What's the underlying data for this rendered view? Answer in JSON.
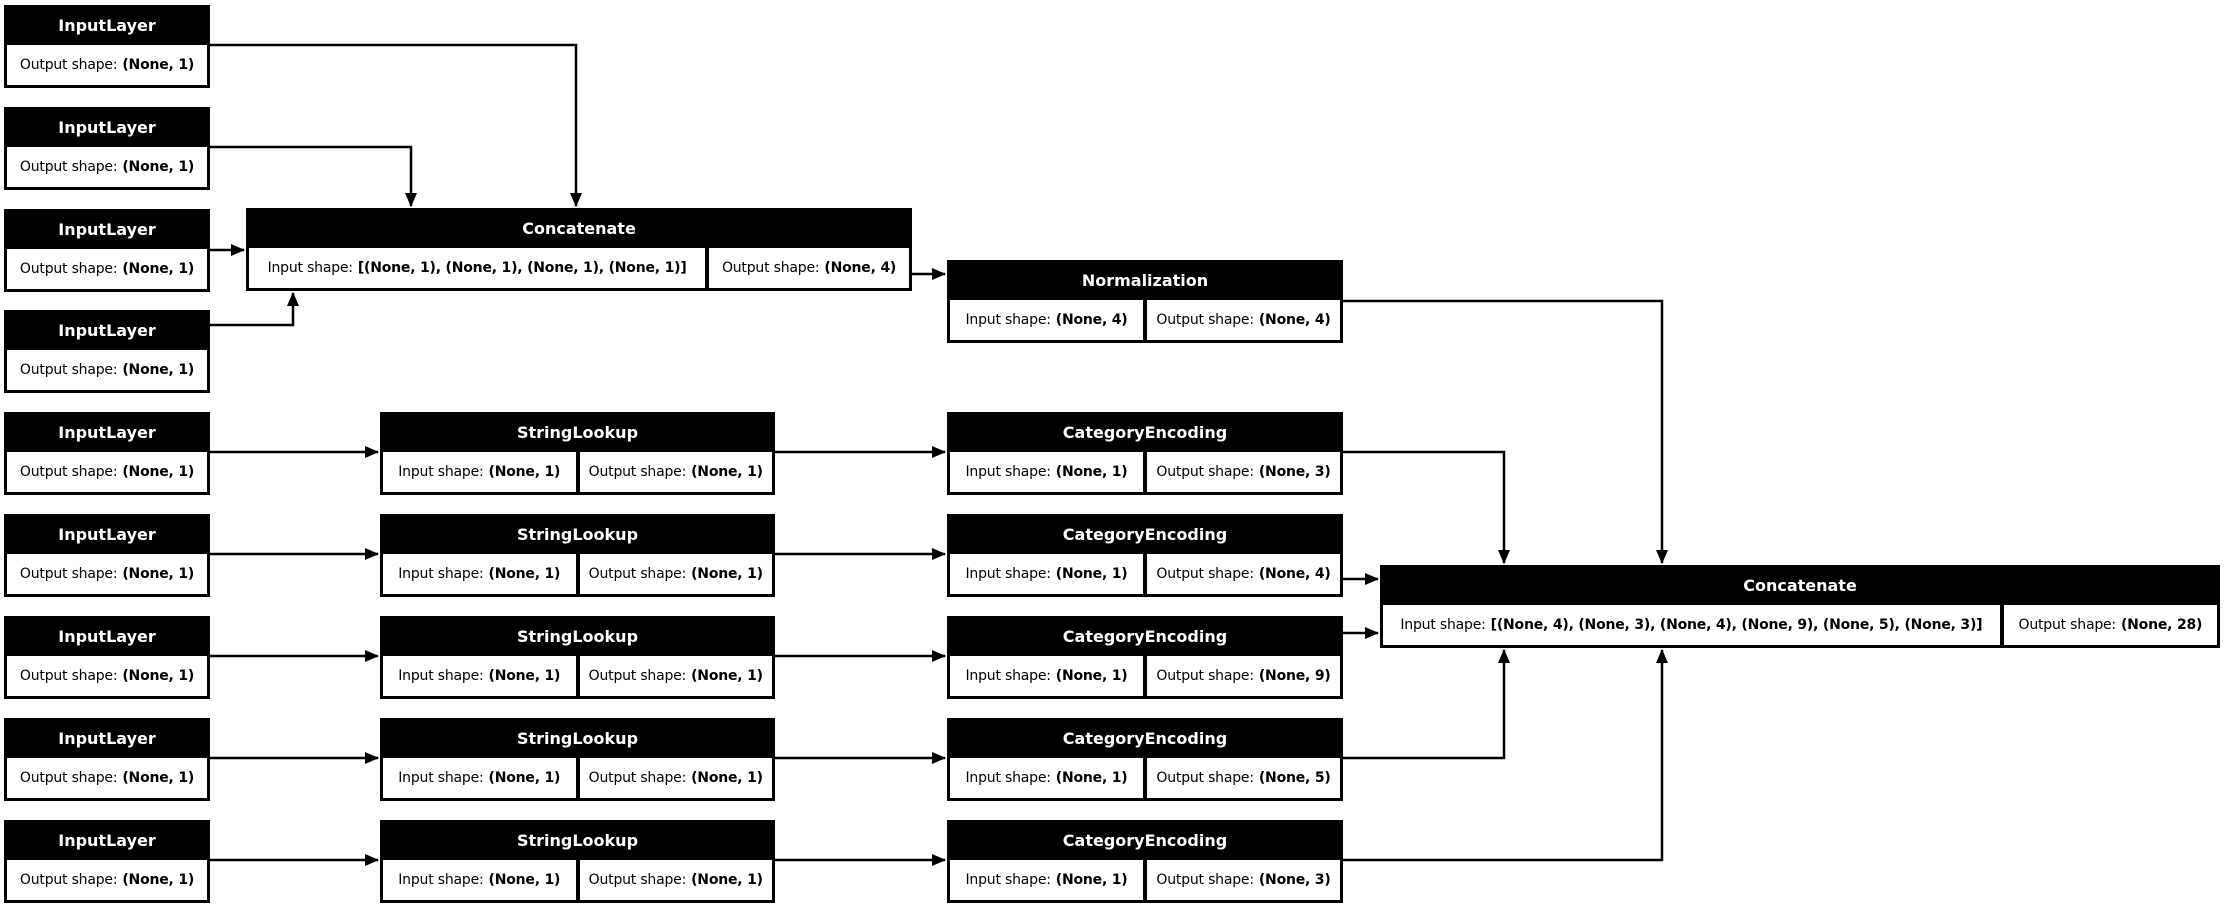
{
  "diagram_title": "Keras model architecture plot",
  "colors": {
    "node_background": "#000000",
    "cell_background": "#ffffff",
    "title_text": "#ffffff",
    "body_text": "#000000",
    "edge": "#000000",
    "canvas_background": "#ffffff"
  },
  "nodes": {
    "input_1": {
      "title": "InputLayer",
      "cells": [
        {
          "label": "Output shape:",
          "value": "(None, 1)"
        }
      ]
    },
    "input_2": {
      "title": "InputLayer",
      "cells": [
        {
          "label": "Output shape:",
          "value": "(None, 1)"
        }
      ]
    },
    "input_3": {
      "title": "InputLayer",
      "cells": [
        {
          "label": "Output shape:",
          "value": "(None, 1)"
        }
      ]
    },
    "input_4": {
      "title": "InputLayer",
      "cells": [
        {
          "label": "Output shape:",
          "value": "(None, 1)"
        }
      ]
    },
    "input_5": {
      "title": "InputLayer",
      "cells": [
        {
          "label": "Output shape:",
          "value": "(None, 1)"
        }
      ]
    },
    "input_6": {
      "title": "InputLayer",
      "cells": [
        {
          "label": "Output shape:",
          "value": "(None, 1)"
        }
      ]
    },
    "input_7": {
      "title": "InputLayer",
      "cells": [
        {
          "label": "Output shape:",
          "value": "(None, 1)"
        }
      ]
    },
    "input_8": {
      "title": "InputLayer",
      "cells": [
        {
          "label": "Output shape:",
          "value": "(None, 1)"
        }
      ]
    },
    "input_9": {
      "title": "InputLayer",
      "cells": [
        {
          "label": "Output shape:",
          "value": "(None, 1)"
        }
      ]
    },
    "concat_1": {
      "title": "Concatenate",
      "cells": [
        {
          "label": "Input shape:",
          "value": "[(None, 1), (None, 1), (None, 1), (None, 1)]"
        },
        {
          "label": "Output shape:",
          "value": "(None, 4)"
        }
      ]
    },
    "normalization": {
      "title": "Normalization",
      "cells": [
        {
          "label": "Input shape:",
          "value": "(None, 4)"
        },
        {
          "label": "Output shape:",
          "value": "(None, 4)"
        }
      ]
    },
    "lookup_1": {
      "title": "StringLookup",
      "cells": [
        {
          "label": "Input shape:",
          "value": "(None, 1)"
        },
        {
          "label": "Output shape:",
          "value": "(None, 1)"
        }
      ]
    },
    "lookup_2": {
      "title": "StringLookup",
      "cells": [
        {
          "label": "Input shape:",
          "value": "(None, 1)"
        },
        {
          "label": "Output shape:",
          "value": "(None, 1)"
        }
      ]
    },
    "lookup_3": {
      "title": "StringLookup",
      "cells": [
        {
          "label": "Input shape:",
          "value": "(None, 1)"
        },
        {
          "label": "Output shape:",
          "value": "(None, 1)"
        }
      ]
    },
    "lookup_4": {
      "title": "StringLookup",
      "cells": [
        {
          "label": "Input shape:",
          "value": "(None, 1)"
        },
        {
          "label": "Output shape:",
          "value": "(None, 1)"
        }
      ]
    },
    "lookup_5": {
      "title": "StringLookup",
      "cells": [
        {
          "label": "Input shape:",
          "value": "(None, 1)"
        },
        {
          "label": "Output shape:",
          "value": "(None, 1)"
        }
      ]
    },
    "encoding_1": {
      "title": "CategoryEncoding",
      "cells": [
        {
          "label": "Input shape:",
          "value": "(None, 1)"
        },
        {
          "label": "Output shape:",
          "value": "(None, 3)"
        }
      ]
    },
    "encoding_2": {
      "title": "CategoryEncoding",
      "cells": [
        {
          "label": "Input shape:",
          "value": "(None, 1)"
        },
        {
          "label": "Output shape:",
          "value": "(None, 4)"
        }
      ]
    },
    "encoding_3": {
      "title": "CategoryEncoding",
      "cells": [
        {
          "label": "Input shape:",
          "value": "(None, 1)"
        },
        {
          "label": "Output shape:",
          "value": "(None, 9)"
        }
      ]
    },
    "encoding_4": {
      "title": "CategoryEncoding",
      "cells": [
        {
          "label": "Input shape:",
          "value": "(None, 1)"
        },
        {
          "label": "Output shape:",
          "value": "(None, 5)"
        }
      ]
    },
    "encoding_5": {
      "title": "CategoryEncoding",
      "cells": [
        {
          "label": "Input shape:",
          "value": "(None, 1)"
        },
        {
          "label": "Output shape:",
          "value": "(None, 3)"
        }
      ]
    },
    "concat_2": {
      "title": "Concatenate",
      "cells": [
        {
          "label": "Input shape:",
          "value": "[(None, 4), (None, 3), (None, 4), (None, 9), (None, 5), (None, 3)]"
        },
        {
          "label": "Output shape:",
          "value": "(None, 28)"
        }
      ]
    }
  }
}
